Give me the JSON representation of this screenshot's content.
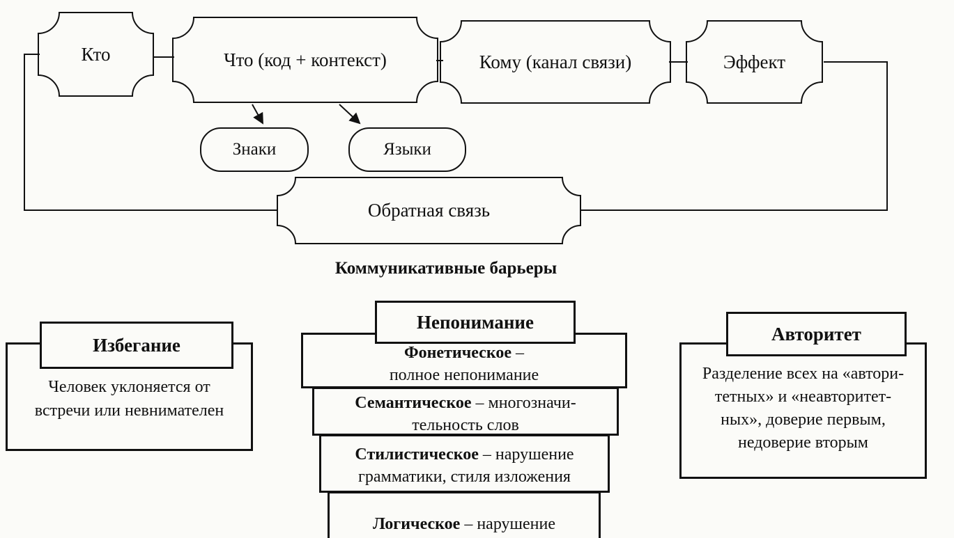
{
  "colors": {
    "ink": "#111111",
    "paper": "#fbfbf8"
  },
  "flow_diagram": {
    "who": "Кто",
    "what": "Что (код + контекст)",
    "to_whom": "Кому (канал связи)",
    "effect": "Эффект",
    "signs": "Знаки",
    "languages": "Языки",
    "feedback": "Обратная связь"
  },
  "barriers": {
    "heading": "Коммуникативные барьеры",
    "avoidance": {
      "title": "Избегание",
      "body": "Человек уклоняется от\nвстречи или невнимателен"
    },
    "misunderstanding": {
      "title": "Непонимание",
      "levels": [
        {
          "term": "Фонетическое",
          "desc": " –\nполное непонимание"
        },
        {
          "term": "Семантическое",
          "desc": " – многозначи-\nтельность слов"
        },
        {
          "term": "Стилистическое",
          "desc": " – нарушение\nграмматики, стиля изложения"
        },
        {
          "term": "Логическое",
          "desc": " – нарушение"
        }
      ]
    },
    "authority": {
      "title": "Авторитет",
      "body": "Разделение всех на «автори-\nтетных» и «неавторитет-\nных», доверие первым,\nнедоверие вторым"
    }
  }
}
